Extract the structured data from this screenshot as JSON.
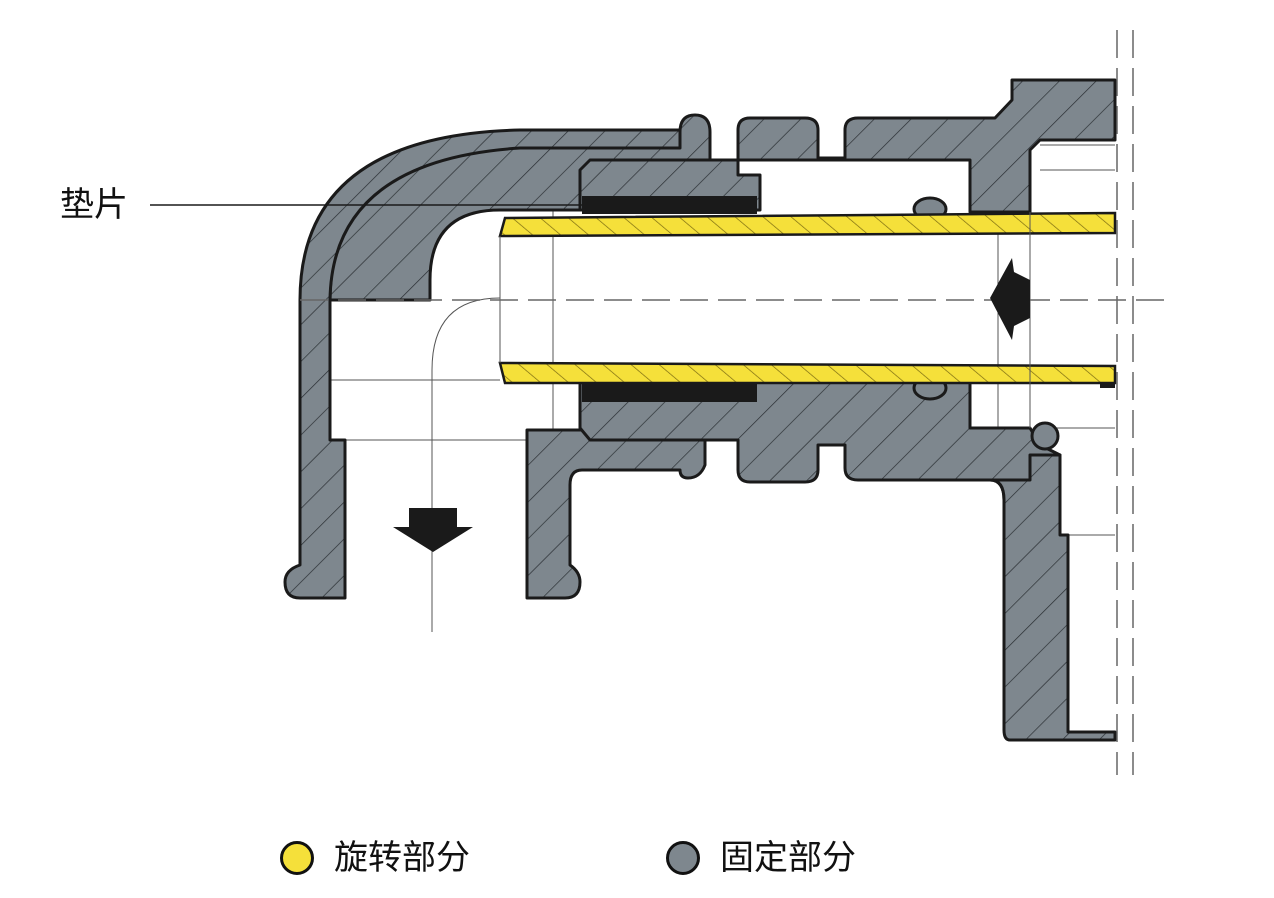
{
  "callout": {
    "label": "垫片"
  },
  "legend": [
    {
      "label": "旋转部分",
      "color": "#f5e03a"
    },
    {
      "label": "固定部分",
      "color": "#7e878e"
    }
  ],
  "colors": {
    "fixed_part": "#7e878e",
    "rotating_part": "#f5e03a",
    "outline": "#1a1a1a",
    "gasket": "#1a1a1a"
  },
  "icons": [
    "flow-arrow-left-icon",
    "flow-arrow-down-icon"
  ]
}
